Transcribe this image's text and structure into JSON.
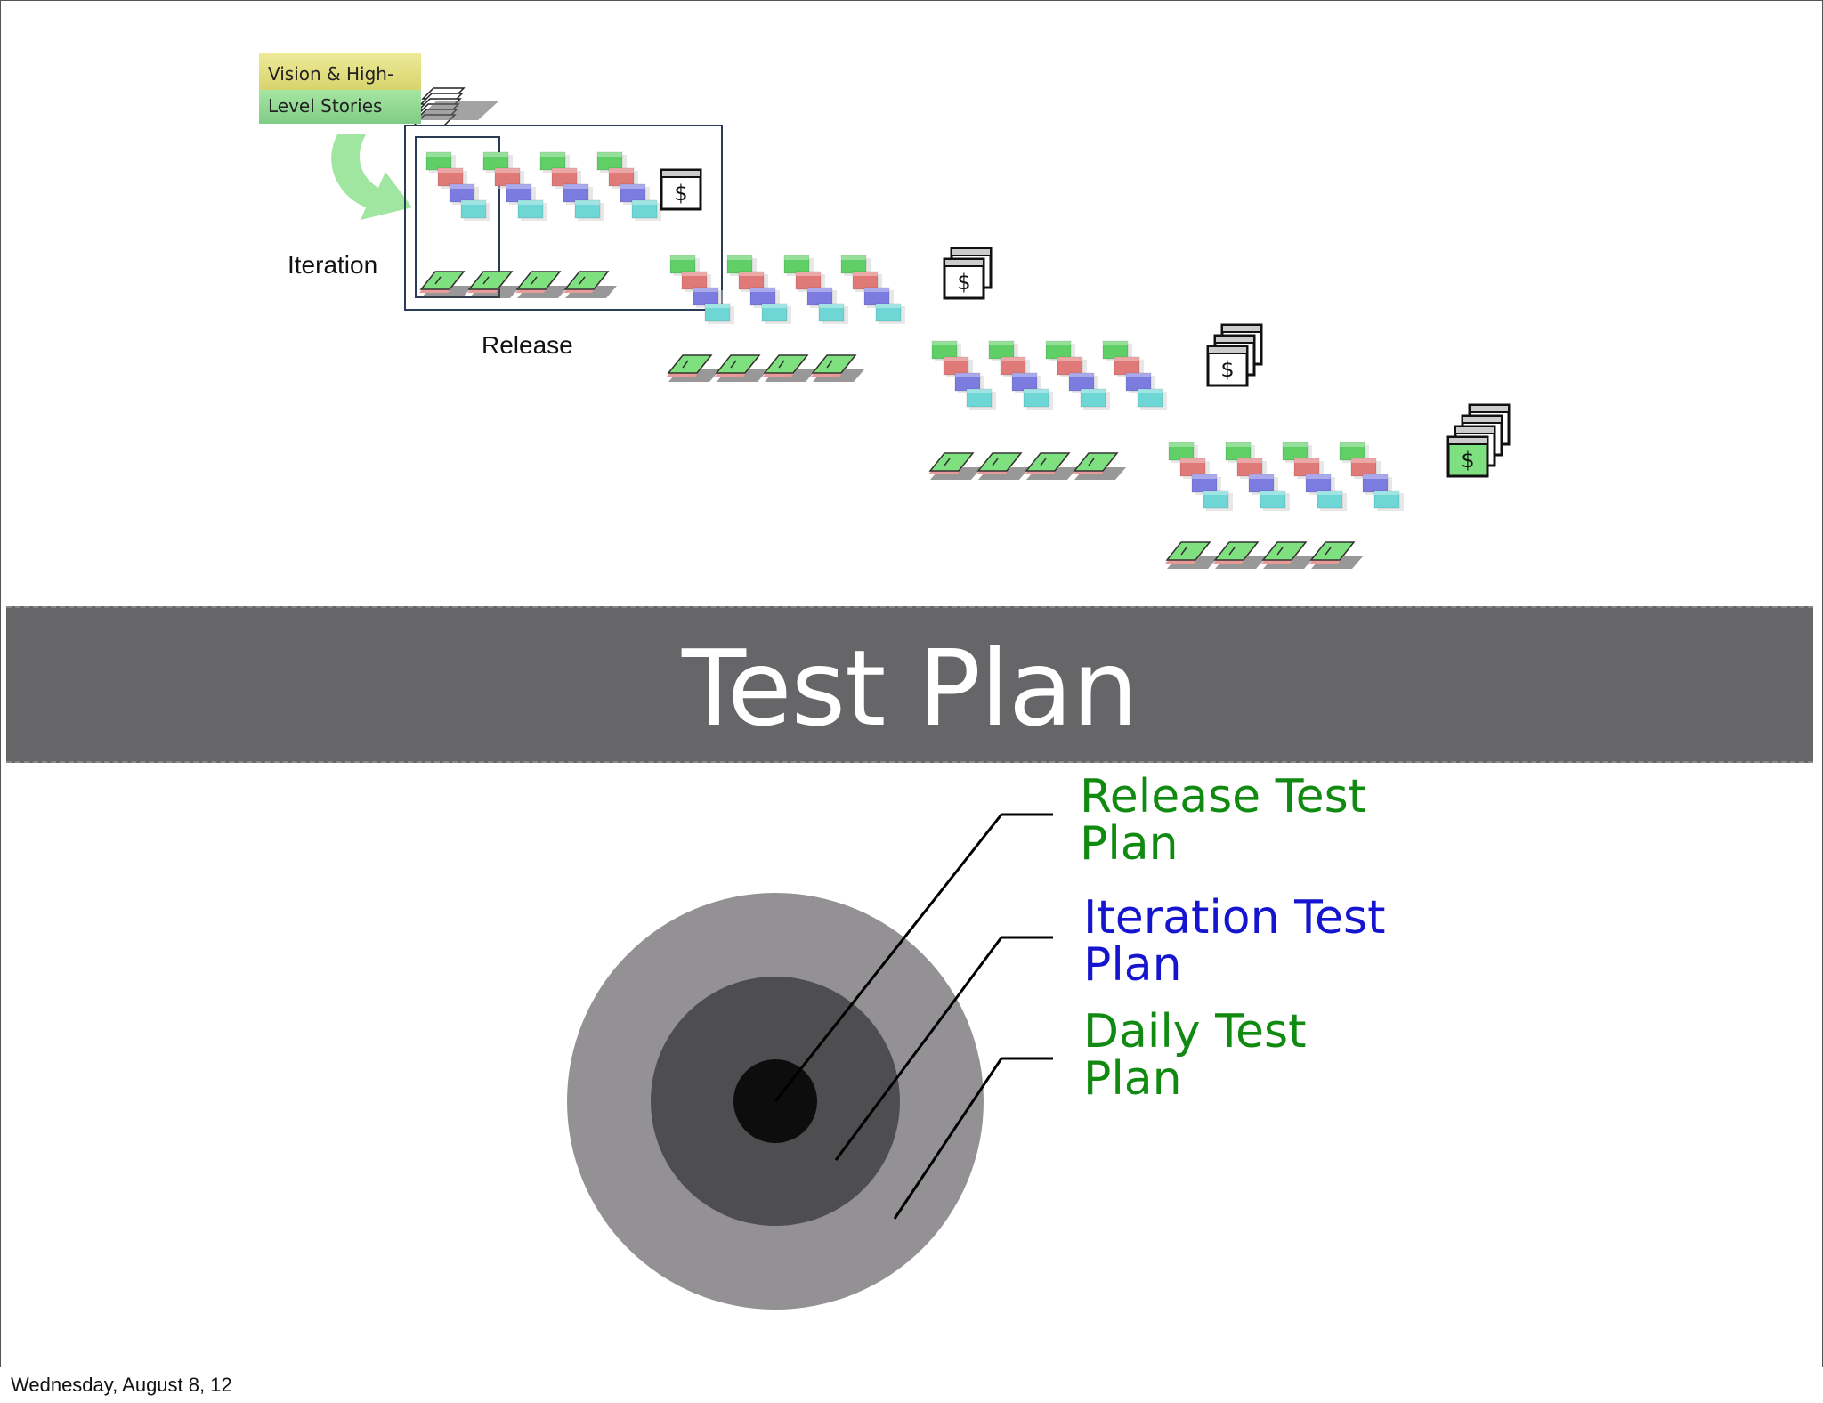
{
  "slide": {
    "banner_title": "Test Plan",
    "footer_date": "Wednesday, August 8, 12"
  },
  "diagram": {
    "vision_line1": "Vision & High-",
    "vision_line2": "Level Stories",
    "iteration_label": "Iteration",
    "release_label": "Release",
    "release_count": 4,
    "stories_per_iteration": 4,
    "money_symbol": "$"
  },
  "legend": {
    "items": [
      {
        "text": "Release Test\nPlan",
        "color": "#108a10"
      },
      {
        "text": "Iteration Test\nPlan",
        "color": "#1515d0"
      },
      {
        "text": "Daily Test\nPlan",
        "color": "#108a10"
      }
    ]
  },
  "circles": {
    "outer_color": "#939194",
    "middle_color": "#4e4d50",
    "inner_color": "#0d0d0e"
  },
  "colors": {
    "block_green": "#5fcf66",
    "block_red": "#e07a78",
    "block_blue": "#7c7ce0",
    "block_cyan": "#6fd6d6",
    "banner_gray": "#666568"
  }
}
